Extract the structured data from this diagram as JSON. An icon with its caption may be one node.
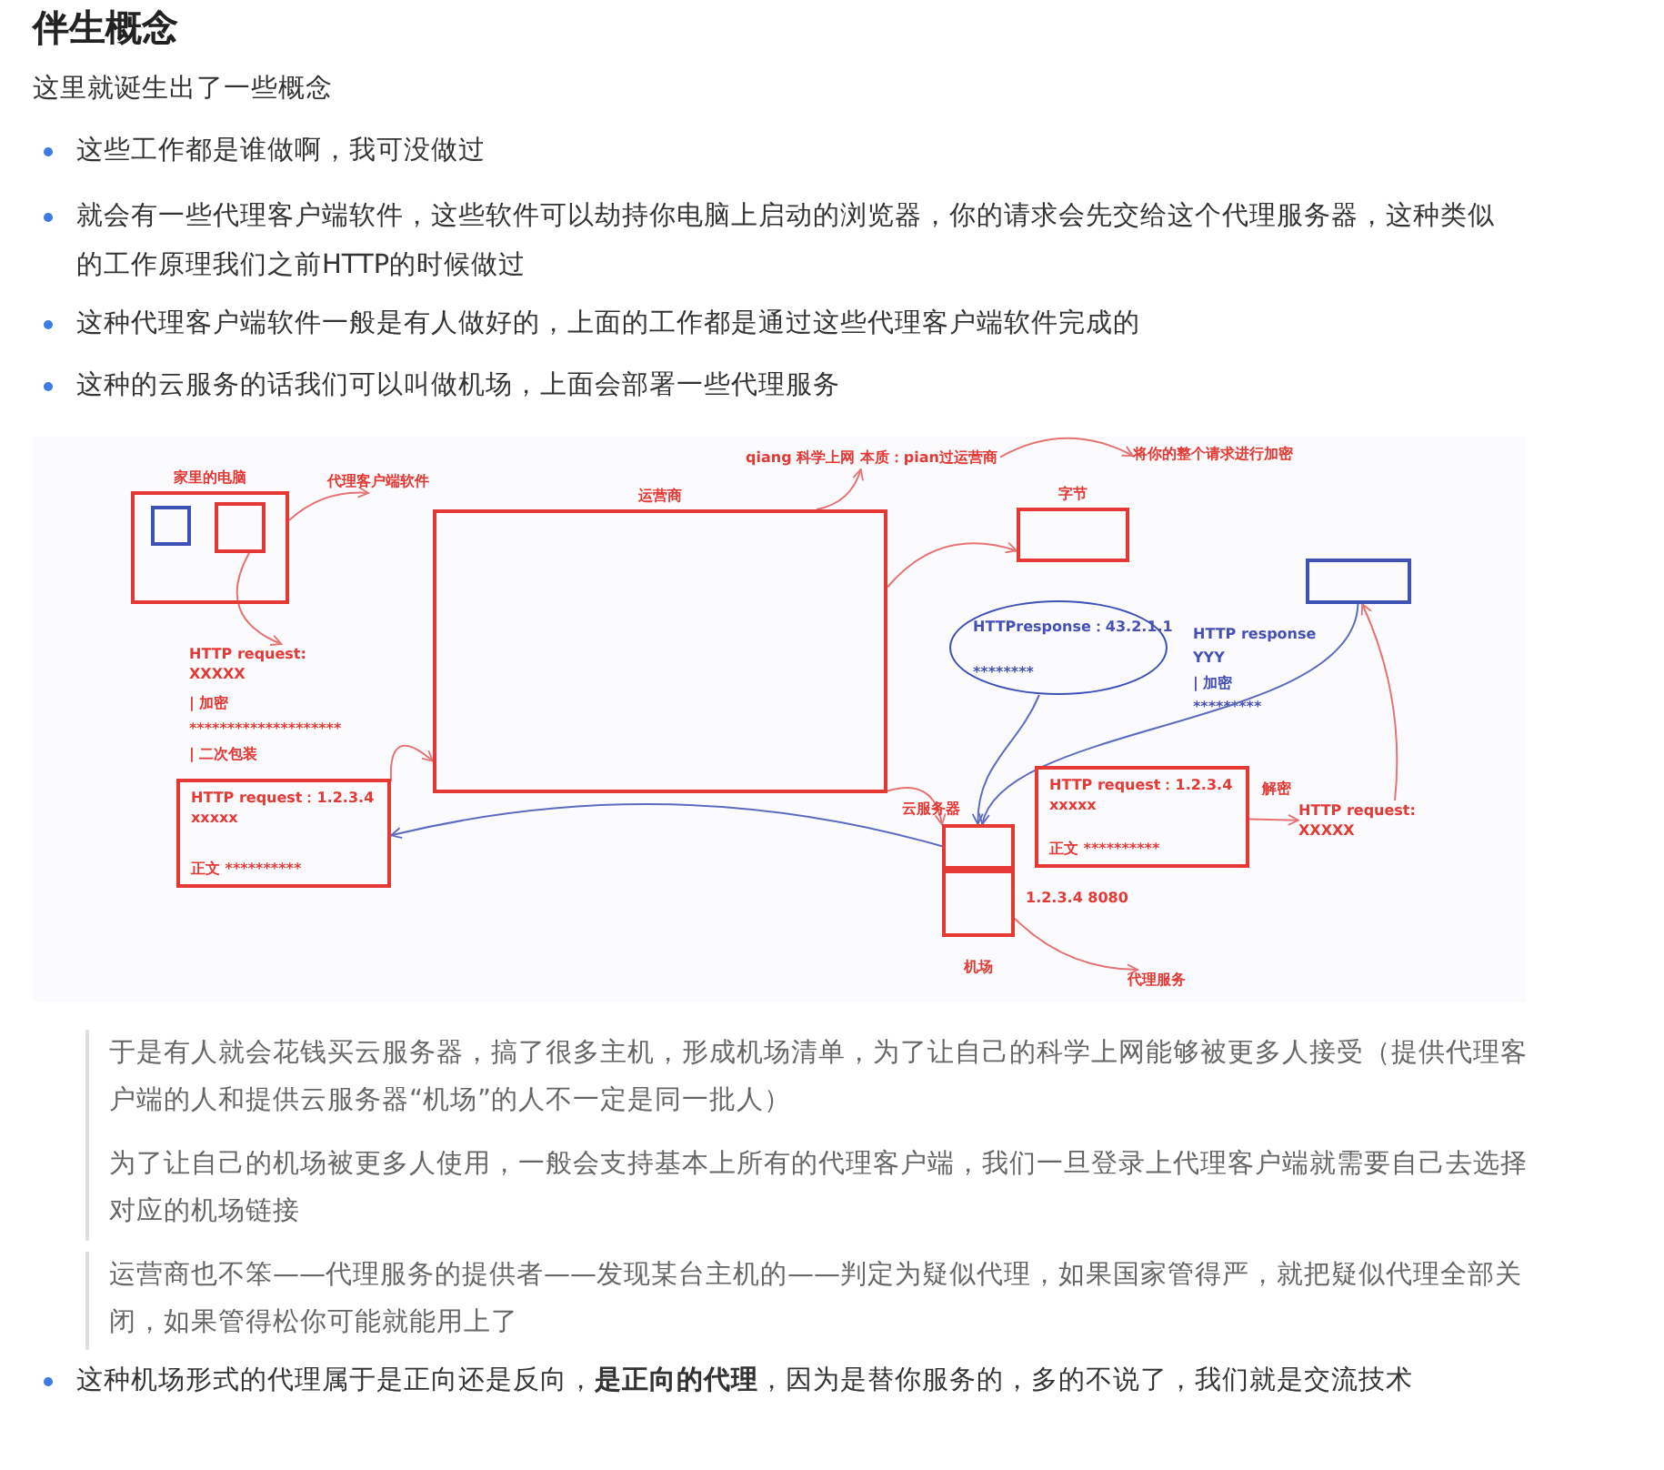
{
  "diagram": {
    "title": "伴生概念",
    "nodes": [
      {
        "text": [
          "家里的电脑"
        ]
      },
      {
        "text": [],
        "shape": "box",
        "in": 0
      },
      {
        "text": [],
        "shape": "box",
        "in": 0
      },
      {
        "text": [
          "代理客户端软件"
        ]
      },
      {
        "text": [
          "运营商"
        ]
      },
      {
        "text": [
          "字节"
        ]
      },
      {
        "text": [],
        "shape": "box"
      },
      {
        "text": [
          "HTTP request：1.2.3.4",
          "xxxxx",
          "正文 **********"
        ]
      },
      {
        "text": [
          "HTTP request：1.2.3.4",
          "xxxxx",
          "正文 **********"
        ]
      },
      {
        "text": [
          "云服务器"
        ]
      },
      {
        "text": [
          "机场"
        ]
      },
      {
        "text": [
          "qiang 科学上网 本质：pian过运营商"
        ]
      },
      {
        "text": [
          "将你的整个请求进行加密"
        ]
      },
      {
        "text": [
          "代理服务"
        ]
      },
      {
        "text": [
          "HTTP request:",
          "XXXXX"
        ]
      },
      {
        "text": [
          "HTTP request:",
          "XXXXX"
        ]
      },
      {
        "text": [
          "HTTPresponse：43.2.1.1",
          "********"
        ]
      }
    ],
    "edges": [
      {
        "from": 0,
        "to": 3,
        "arrow": "to"
      },
      {
        "from": 2,
        "to": 14,
        "arrow": "to"
      },
      {
        "from": 7,
        "to": 4,
        "arrow": "to"
      },
      {
        "from": 4,
        "to": 11,
        "arrow": "to"
      },
      {
        "from": 11,
        "to": 12,
        "arrow": "to"
      },
      {
        "from": 4,
        "to": 5,
        "arrow": "to"
      },
      {
        "from": 4,
        "to": 9,
        "arrow": "to"
      },
      {
        "from": 8,
        "to": 15,
        "arrow": "to"
      },
      {
        "from": 15,
        "to": 6,
        "arrow": "to"
      },
      {
        "from": 6,
        "to": 9,
        "arrow": "to",
        "color": "#5c6bc0"
      },
      {
        "from": 16,
        "to": 9,
        "arrow": "to",
        "color": "#5c6bc0"
      },
      {
        "from": 9,
        "to": 7,
        "arrow": "to",
        "color": "#5c6bc0"
      },
      {
        "from": 10,
        "to": 13,
        "arrow": "to"
      }
    ],
    "labels": [
      "这里就诞生出了一些概念",
      "这些工作都是谁做啊，我可没做过",
      "就会有一些代理客户端软件，这些软件可以劫持你电脑上启动的浏览器，你的请求会先交给这个代理服务器，这种类似的工作原理我们之前HTTP的时候做过",
      "这种代理客户端软件一般是有人做好的，上面的工作都是通过这些代理客户端软件完成的",
      "这种的云服务的话我们可以叫做机场，上面会部署一些代理服务",
      "| 加密",
      "********************",
      "| 二次包装",
      "HTTP response",
      "YYY",
      "| 加密",
      "*********",
      "解密",
      "1.2.3.4 8080",
      "于是有人就会花钱买云服务器，搞了很多主机，形成机场清单，为了让自己的科学上网能够被更多人接受（提供代理客户端的人和提供云服务器“机场”的人不一定是同一批人）",
      "为了让自己的机场被更多人使用，一般会支持基本上所有的代理客户端，我们一旦登录上代理客户端就需要自己去选择对应的机场链接",
      "运营商也不笨——代理服务的提供者——发现某台主机的——判定为疑似代理，如果国家管得严，就把疑似代理全部关闭，如果管得松你可能就能用上了",
      "这种机场形式的代理属于是正向还是反向，**是正向的代理**，因为是替你服务的，多的不说了，我们就是交流技术"
    ]
  }
}
